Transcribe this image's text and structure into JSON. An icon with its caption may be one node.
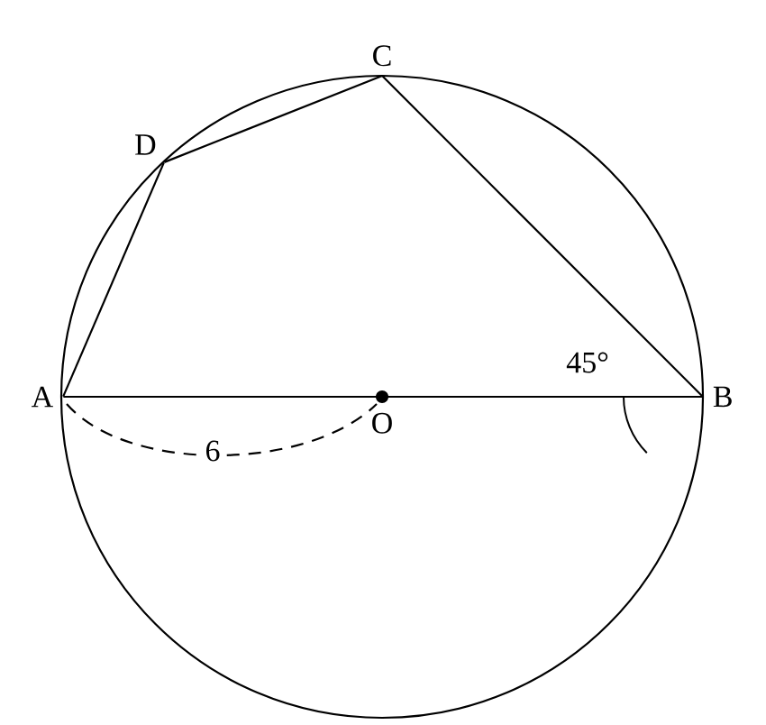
{
  "diagram": {
    "nodes": [
      {
        "text": [
          "A"
        ]
      },
      {
        "text": [
          "B"
        ]
      },
      {
        "text": [
          "C"
        ]
      },
      {
        "text": [
          "D"
        ]
      },
      {
        "text": [
          "O"
        ]
      }
    ],
    "edges": [
      {
        "from": 0,
        "to": 3,
        "arrow": "none"
      },
      {
        "from": 3,
        "to": 2,
        "arrow": "none"
      },
      {
        "from": 2,
        "to": 1,
        "arrow": "none"
      },
      {
        "from": 0,
        "to": 1,
        "arrow": "none"
      }
    ],
    "labels": [
      "45°",
      "6"
    ]
  }
}
